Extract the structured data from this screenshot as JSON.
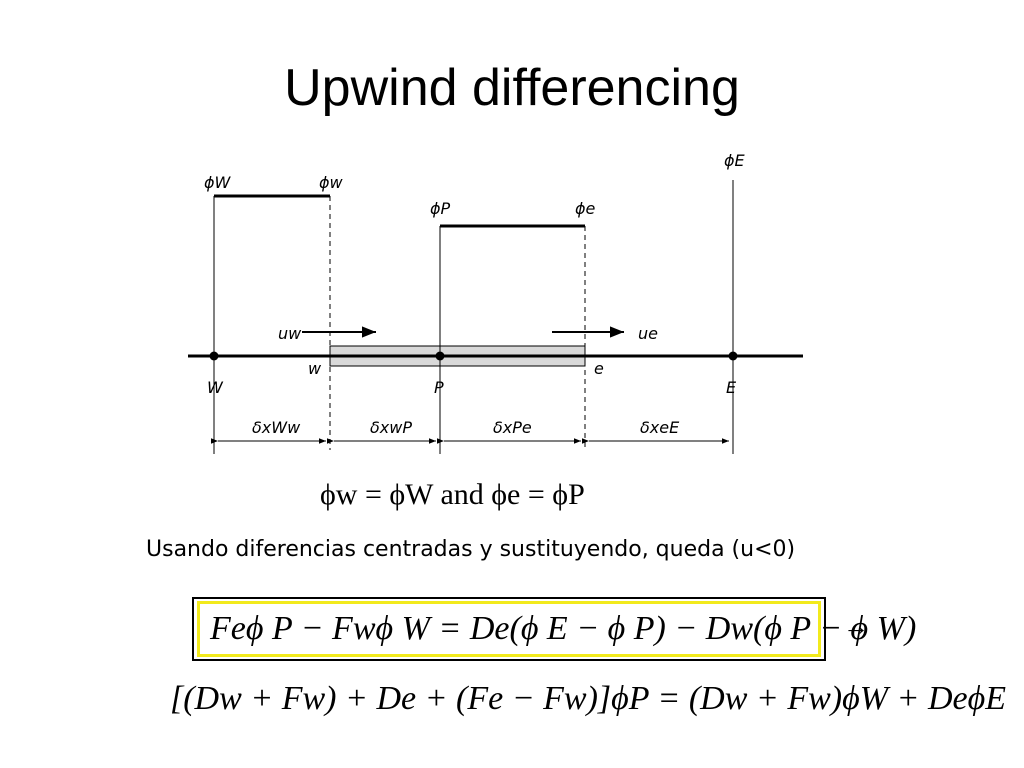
{
  "title": "Upwind differencing",
  "diagram": {
    "labels": {
      "phi_W": "ϕW",
      "phi_w": "ϕw",
      "phi_P": "ϕP",
      "phi_e": "ϕe",
      "phi_E": "ϕE",
      "u_w": "uw",
      "u_e": "ue",
      "W": "W",
      "w": "w",
      "P": "P",
      "e": "e",
      "E": "E",
      "dx_Ww": "δxWw",
      "dx_wP": "δxwP",
      "dx_Pe": "δxPe",
      "dx_eE": "δxeE"
    }
  },
  "equations": {
    "upwind_rule": "ϕw = ϕW  and  ϕe = ϕP",
    "caption": "Usando diferencias centradas y sustituyendo, queda (u<0)",
    "boxed": "Feϕ P − Fwϕ W = De(ϕ E − ϕ P) − Dw(ϕ P − ϕ W)",
    "arrow": "→",
    "final": "[(Dw + Fw) + De + (Fe − Fw)]ϕP = (Dw + Fw)ϕW + DeϕE"
  }
}
